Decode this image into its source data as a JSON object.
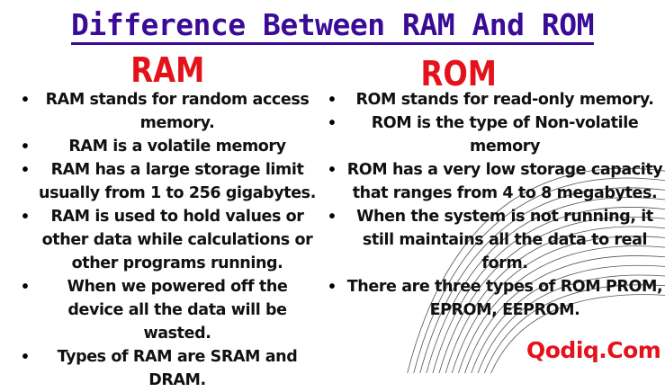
{
  "title": "Difference Between RAM And ROM",
  "ram": {
    "heading": "RAM",
    "items": [
      "RAM stands for random access memory.",
      "RAM is a volatile memory",
      "RAM has a large storage limit usually from 1 to 256 gigabytes.",
      "RAM is used to hold values or other data while calculations or other programs running.",
      "When we powered off the device all the data will be wasted.",
      "Types of RAM are SRAM and DRAM."
    ]
  },
  "rom": {
    "heading": "ROM",
    "items": [
      "ROM stands for read-only memory.",
      "ROM is the type of Non-volatile memory",
      "ROM has a very low storage capacity that ranges from 4 to 8 megabytes.",
      "When the system is not running, it still maintains all the data to real form.",
      "There are three types of ROM PROM, EPROM, EEPROM."
    ]
  },
  "brand": "Qodiq.Com",
  "colors": {
    "title": "#3a0b96",
    "heading": "#e3121b",
    "brand": "#e3121b"
  }
}
